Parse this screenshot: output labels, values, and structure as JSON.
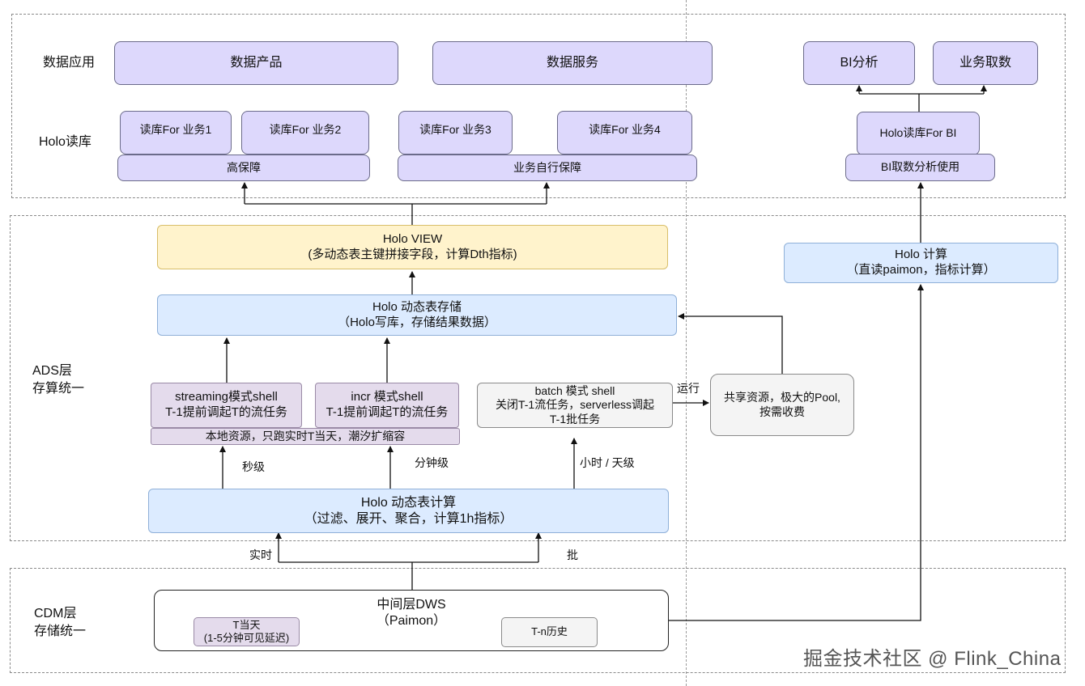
{
  "layers": {
    "app": "数据应用",
    "holo_read": "Holo读库",
    "ads_line1": "ADS层",
    "ads_line2": "存算统一",
    "cdm_line1": "CDM层",
    "cdm_line2": "存储统一"
  },
  "apps": {
    "data_product": "数据产品",
    "data_service": "数据服务",
    "bi_analysis": "BI分析",
    "biz_fetch": "业务取数"
  },
  "read_db": {
    "biz1": "读库For 业务1",
    "biz2": "读库For 业务2",
    "biz3": "读库For 业务3",
    "biz4": "读库For 业务4",
    "high_guarantee": "高保障",
    "self_guarantee": "业务自行保障",
    "holo_bi": "Holo读库For BI",
    "bi_use": "BI取数分析使用"
  },
  "holo_view": {
    "title": "Holo VIEW",
    "desc": "(多动态表主键拼接字段，计算Dth指标)"
  },
  "holo_storage": {
    "title": "Holo 动态表存储",
    "desc": "（Holo写库，存储结果数据）"
  },
  "holo_calc_bi": {
    "title": "Holo 计算",
    "desc": "（直读paimon，指标计算）"
  },
  "streaming": {
    "line1": "streaming模式shell",
    "line2": "T-1提前调起T的流任务"
  },
  "incr": {
    "line1": "incr 模式shell",
    "line2": "T-1提前调起T的流任务"
  },
  "local_res": "本地资源，只跑实时T当天，潮汐扩缩容",
  "batch": {
    "line1": "batch 模式 shell",
    "line2": "关闭T-1流任务，serverless调起",
    "line3": "T-1批任务"
  },
  "shared_pool": {
    "line1": "共享资源，极大的Pool,",
    "line2": "按需收费"
  },
  "run_label": "运行",
  "holo_compute": {
    "title": "Holo 动态表计算",
    "desc": "（过滤、展开、聚合，计算1h指标）"
  },
  "latency": {
    "second": "秒级",
    "minute": "分钟级",
    "hour_day": "小时 / 天级"
  },
  "flow": {
    "realtime": "实时",
    "batch": "批"
  },
  "dws": {
    "title": "中间层DWS",
    "subtitle": "（Paimon）",
    "today_line1": "T当天",
    "today_line2": "(1-5分钟可见延迟)",
    "history": "T-n历史"
  },
  "watermark": "掘金技术社区 @ Flink_China"
}
